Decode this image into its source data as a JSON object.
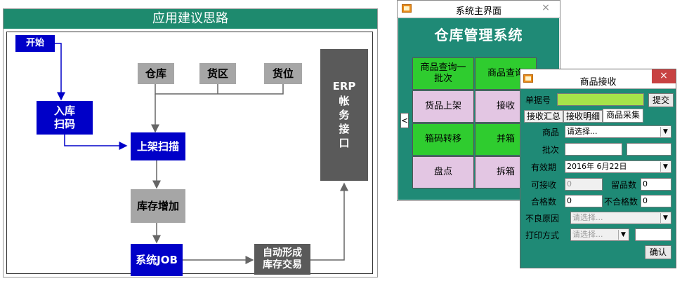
{
  "diagram": {
    "title": "应用建议思路",
    "nodes": {
      "start": "开始",
      "inbound_scan": "入库\n扫码",
      "warehouse": "仓库",
      "zone": "货区",
      "location": "货位",
      "shelving_scan": "上架扫描",
      "stock_increase": "库存增加",
      "system_job": "系统JOB",
      "auto_transaction": "自动形成\n库存交易",
      "erp_interface": "ERP\n帐\n务\n接\n口"
    }
  },
  "main_window": {
    "title": "系统主界面",
    "close": "×",
    "heading": "仓库管理系统",
    "buttons": [
      "商品查询一\n批次",
      "商品查询",
      "货品上架",
      "接收",
      "箱码转移",
      "并箱",
      "盘点",
      "拆箱"
    ],
    "left_arrow": "<"
  },
  "receive_window": {
    "title": "商品接收",
    "close": "×",
    "order_label": "单据号",
    "order_value": "",
    "submit": "提交",
    "tabs": [
      "接收汇总",
      "接收明细",
      "商品采集"
    ],
    "active_tab": 2,
    "product_label": "商品",
    "product_value": "请选择...",
    "batch_label": "批次",
    "batch_value": "",
    "batch_value2": "",
    "expiry_label": "有效期",
    "expiry_value": "2016年  6月22日",
    "receivable_label": "可接收",
    "receivable_value": "0",
    "sample_label": "留品数",
    "sample_value": "0",
    "qualified_label": "合格数",
    "qualified_value": "0",
    "unqualified_label": "不合格数",
    "unqualified_value": "0",
    "reason_label": "不良原因",
    "reason_value": "请选择...",
    "print_label": "打印方式",
    "print_value": "请选择...",
    "print_extra": "",
    "confirm": "确认"
  },
  "colors": {
    "teal": "#1f8a76",
    "diagram_header": "#1e8a6e",
    "blue_box": "#0000c8",
    "gray_box": "#a6a6a6",
    "dark_box": "#5a5a5a",
    "green_button": "#2fcc2f",
    "pink_button": "#e3c6e3",
    "order_input": "#a6e34a"
  }
}
